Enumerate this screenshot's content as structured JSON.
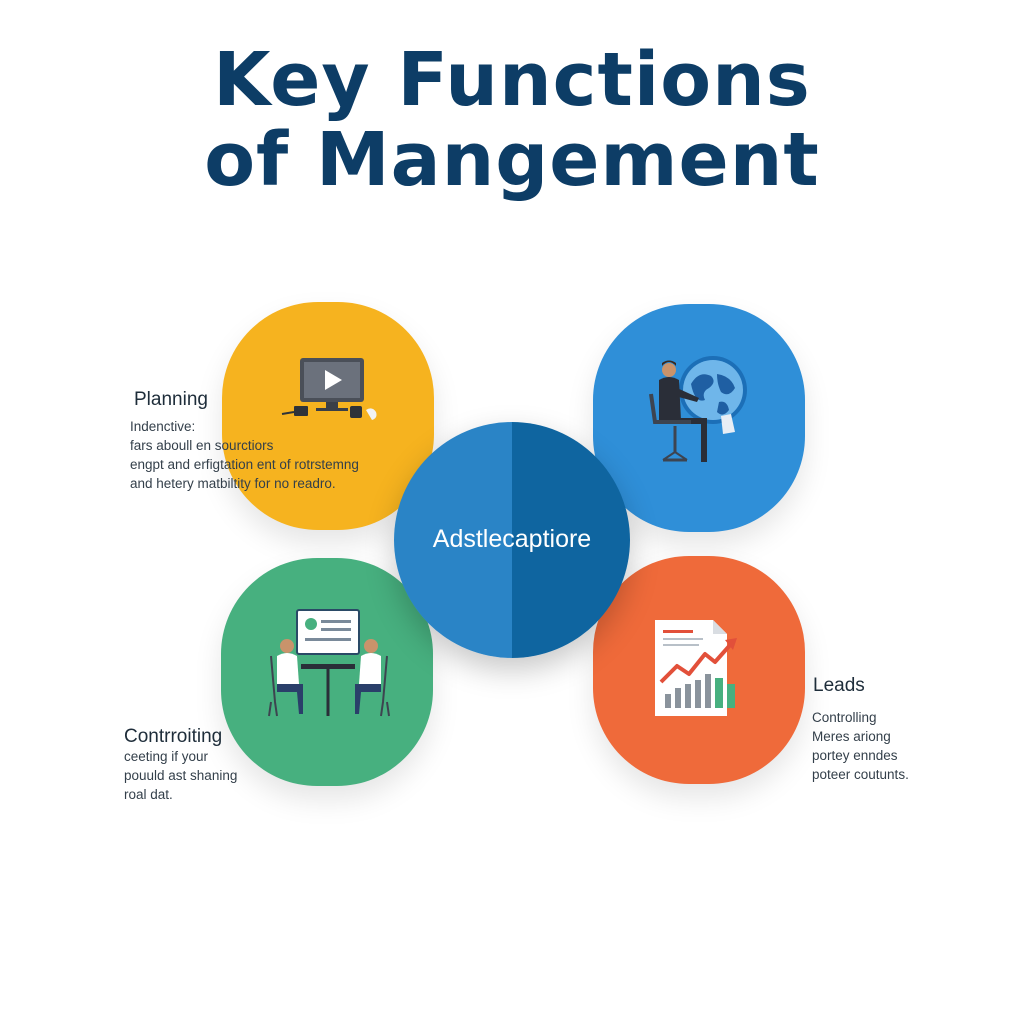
{
  "title": {
    "line1": "Key Functions",
    "line2": "of Mangement"
  },
  "center": {
    "label": "Adstlecaptiore"
  },
  "colors": {
    "title": "#0d3d66",
    "yellow": "#f6b31f",
    "blue": "#2f8fd8",
    "green": "#47b07f",
    "orange": "#ef6a3a",
    "center_left": "#2a84c6",
    "center_right": "#0f65a0"
  },
  "planning": {
    "heading": "Planning",
    "lines": [
      "Indenctive:",
      "fars aboull en sourctiors",
      "engpt and erfigtation ent of rotrstemng",
      "and hetery matbiltity for no readro."
    ],
    "icon": "computer-monitor-icon"
  },
  "top_right": {
    "icon": "businessman-globe-icon"
  },
  "controlling": {
    "heading": "Contrroiting",
    "lines": [
      "ceeting if your",
      "pouuld ast shaning",
      "roal dat."
    ],
    "icon": "meeting-people-icon"
  },
  "leads": {
    "heading": "Leads",
    "lines": [
      "Controlling",
      "Meres ariong",
      "portey enndes",
      "poteer coutunts."
    ],
    "icon": "report-chart-icon"
  }
}
